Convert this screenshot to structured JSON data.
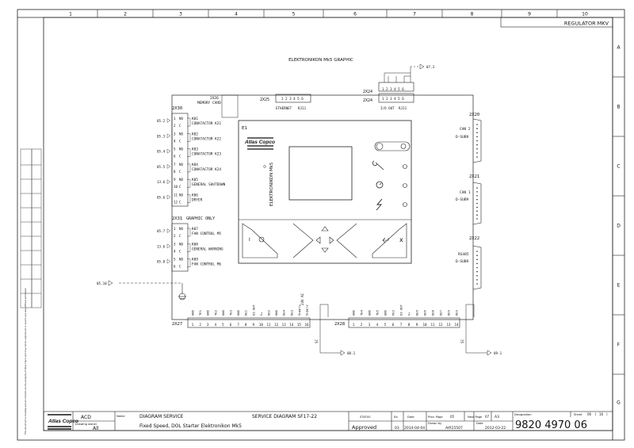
{
  "sheet": {
    "column_numbers": [
      "1",
      "2",
      "3",
      "4",
      "5",
      "6",
      "7",
      "8",
      "9",
      "10"
    ],
    "row_letters": [
      "A",
      "B",
      "C",
      "D",
      "E",
      "F",
      "G"
    ],
    "header_label": "REGULATOR MKV",
    "side_note": "This document or drawing and all contents are the property of Atlas Copco and may not be reproduced or used in any way without permission"
  },
  "diagram": {
    "title": "ELEKTRONIKON Mk5 GRAPHIC",
    "device_label": "E1",
    "device_text": "ELEKTRONIKON Mk5",
    "device_brand": "Atlas Copco",
    "memory_card": {
      "tag": "2X26",
      "label": "MEMORY CARD"
    },
    "ethernet": {
      "tag": "2X25",
      "pins": "1 2 3 4 5 6",
      "label": "ETHERNET",
      "sub": "RJ11"
    },
    "io_out": {
      "tag": "2X24",
      "pins": "1 2 3 4 5 6",
      "label": "I/O OUT",
      "sub": "RJ11",
      "tag_upper": "2X24",
      "pins_upper": "1 2 3 4 5 6",
      "ref": "07.3"
    },
    "connector_2x30": {
      "tag": "2X30",
      "relays": [
        {
          "ref": "05.2",
          "pins": [
            "1",
            "2"
          ],
          "ids": [
            "NO",
            "C"
          ],
          "code": "K01",
          "desc": "CONATACTOR K21"
        },
        {
          "ref": "05.3",
          "pins": [
            "3",
            "4"
          ],
          "ids": [
            "NO",
            "C"
          ],
          "code": "K02",
          "desc": "CONATACTOR K22"
        },
        {
          "ref": "05.4",
          "pins": [
            "5",
            "6"
          ],
          "ids": [
            "NO",
            "C"
          ],
          "code": "K03",
          "desc": "CONATACTOR K23"
        },
        {
          "ref": "05.5",
          "pins": [
            "7",
            "8"
          ],
          "ids": [
            "NO",
            "C"
          ],
          "code": "K04",
          "desc": "CONATACTOR K24"
        },
        {
          "ref": "13.6",
          "pins": [
            "9",
            "10"
          ],
          "ids": [
            "NO",
            "C"
          ],
          "code": "K05",
          "desc": "GENERAL SHUTDOWN"
        },
        {
          "ref": "05.6",
          "pins": [
            "11",
            "12"
          ],
          "ids": [
            "NO",
            "C"
          ],
          "code": "K06",
          "desc": "DRYER"
        }
      ]
    },
    "connector_2x31": {
      "tag": "2X31",
      "title": "GRAPHIC ONLY",
      "relays": [
        {
          "ref": "05.7",
          "pins": [
            "1",
            "2"
          ],
          "ids": [
            "NO",
            "C"
          ],
          "code": "K07",
          "desc": "FAN CONTROL M5"
        },
        {
          "ref": "13.6",
          "pins": [
            "3",
            "4"
          ],
          "ids": [
            "NO",
            "C"
          ],
          "code": "K08",
          "desc": "GENERAL WARNING"
        },
        {
          "ref": "05.8",
          "pins": [
            "5",
            "6"
          ],
          "ids": [
            "NO",
            "C"
          ],
          "code": "K09",
          "desc": "FAN CONTROL M6"
        }
      ]
    },
    "ground_ref": "05.10",
    "connector_2x20": {
      "tag": "2X20",
      "label": "CAN 2",
      "sub": "D-SUB9"
    },
    "connector_2x21": {
      "tag": "2X21",
      "label": "CAN 1",
      "sub": "D-SUB9"
    },
    "connector_2x22": {
      "tag": "2X22",
      "label": "RS485",
      "sub": "D-SUB9"
    },
    "connector_2x27": {
      "tag": "2X27",
      "signals": [
        "GND",
        "TE1",
        "GND",
        "TE2",
        "GND",
        "TE3",
        "GND",
        "DE1",
        "DI-OUT",
        "V+",
        "DE2",
        "GND",
        "DE4",
        "DE3",
        "Supply",
        "Supply"
      ],
      "pins": [
        "1",
        "2",
        "3",
        "4",
        "5",
        "6",
        "7",
        "8",
        "9",
        "10",
        "11",
        "12",
        "13",
        "14",
        "15",
        "16"
      ],
      "supply_note": "24V AC"
    },
    "connector_2x28": {
      "tag": "2X28",
      "signals": [
        "GND",
        "TE4",
        "GND",
        "TE5",
        "GND",
        "PE2",
        "DI-OUT",
        "V+",
        "DE5",
        "DE6",
        "DE8",
        "DE7",
        "DE9",
        "DE9"
      ],
      "pins": [
        "1",
        "2",
        "3",
        "4",
        "5",
        "6",
        "7",
        "8",
        "9",
        "10",
        "11",
        "12",
        "13",
        "14"
      ]
    },
    "shield_refs": [
      "08.1",
      "09.1"
    ],
    "sc_label": "SC"
  },
  "title_block": {
    "company": "Atlas Copco",
    "code": "ACD",
    "drawing_owner_label": "Drawing owner",
    "drawing_owner": "All",
    "name_label": "Name",
    "name": "DIAGRAM SERVICE",
    "service_diagram": "SERVICE DIAGRAM SF17-22",
    "description": "Fixed Speed, DOL Starter Elektronikon Mk5",
    "status_label": "STATUS",
    "status": "Approved",
    "ed_label": "Ed.",
    "ed": "03",
    "date_label": "Date",
    "date": "2014-04-04",
    "prev_page_label": "Prev. Page",
    "prev_page": "05",
    "drawn_by_label": "Drawn by",
    "drawn_by": "AIR15507",
    "next_page_label": "Next Page",
    "next_page": "07",
    "format": "A3",
    "date2_label": "Date",
    "date2": "2012-03-22",
    "designation_label": "Designation",
    "designation": "9820 4970 06",
    "sheet_label": "Sheet",
    "sheet_num": "06",
    "sheet_sep": "(",
    "sheet_total": "16",
    "sheet_close": ")"
  }
}
